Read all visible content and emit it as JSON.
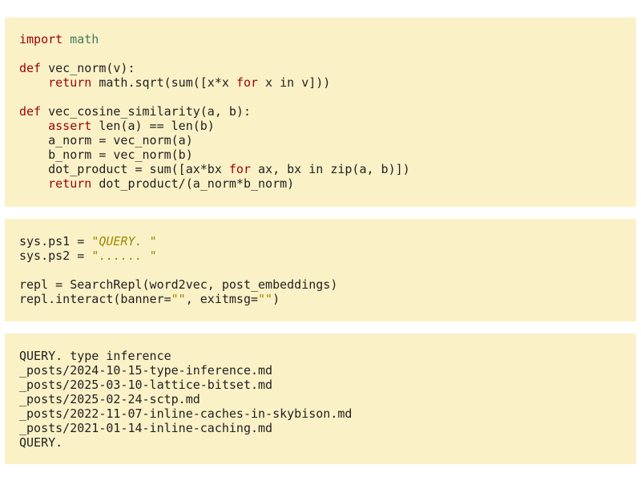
{
  "block1": {
    "lines": {
      "l1_kw": "import",
      "l1_mod": "math",
      "l3_kw": "def",
      "l3_rest": " vec_norm(v):",
      "l4_indent": "    ",
      "l4_kw": "return",
      "l4_mid": " math.sqrt(sum([x*x ",
      "l4_kw2": "for",
      "l4_end": " x in v]))",
      "l6_kw": "def",
      "l6_rest": " vec_cosine_similarity(a, b):",
      "l7_indent": "    ",
      "l7_kw": "assert",
      "l7_rest": " len(a) == len(b)",
      "l8": "    a_norm = vec_norm(a)",
      "l9": "    b_norm = vec_norm(b)",
      "l10_start": "    dot_product = sum([ax*bx ",
      "l10_kw": "for",
      "l10_end": " ax, bx in zip(a, b)])",
      "l11_indent": "    ",
      "l11_kw": "return",
      "l11_rest": " dot_product/(a_norm*b_norm)"
    }
  },
  "block2": {
    "lines": {
      "l1_start": "sys.ps1 = ",
      "l1_q1": "\"",
      "l1_str": "QUERY. ",
      "l1_q2": "\"",
      "l2_start": "sys.ps2 = ",
      "l2_q1": "\"",
      "l2_str": "...... ",
      "l2_q2": "\"",
      "l4": "repl = SearchRepl(word2vec, post_embeddings)",
      "l5_start": "repl.interact(banner=",
      "l5_s1": "\"\"",
      "l5_mid": ", exitmsg=",
      "l5_s2": "\"\"",
      "l5_end": ")"
    }
  },
  "block3": {
    "lines": [
      "QUERY. type inference",
      "_posts/2024-10-15-type-inference.md",
      "_posts/2025-03-10-lattice-bitset.md",
      "_posts/2025-02-24-sctp.md",
      "_posts/2022-11-07-inline-caches-in-skybison.md",
      "_posts/2021-01-14-inline-caching.md",
      "QUERY."
    ]
  },
  "colors": {
    "background": "#fbf1c7",
    "keyword": "#9d0006",
    "module": "#427b58",
    "string": "#9a8a00",
    "text": "#1f1f1f"
  }
}
